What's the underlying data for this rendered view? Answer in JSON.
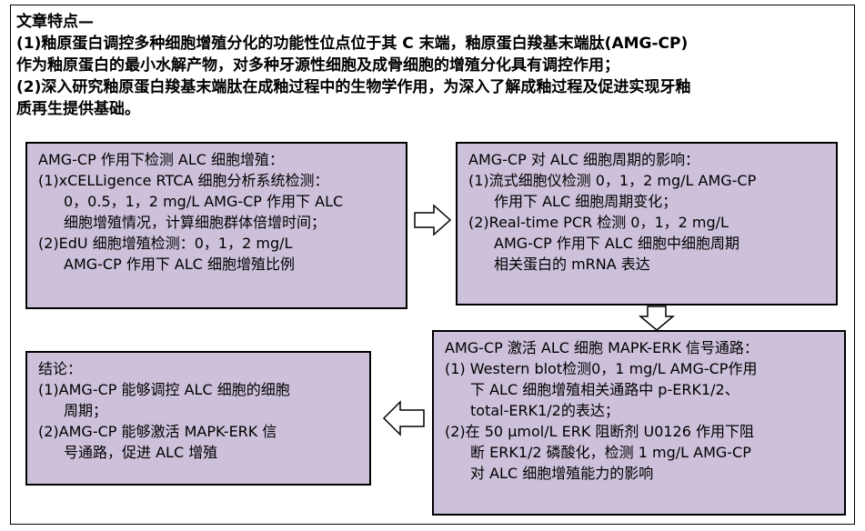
{
  "intro": {
    "heading": "文章特点—",
    "lines": [
      "(1)釉原蛋白调控多种细胞增殖分化的功能性位点位于其 C 末端，釉原蛋白羧基末端肽(AMG-CP)",
      "作为釉原蛋白的最小水解产物，对多种牙源性细胞及成骨细胞的增殖分化具有调控作用；",
      "(2)深入研究釉原蛋白羧基末端肽在成釉过程中的生物学作用，为深入了解成釉过程及促进实现牙釉",
      "质再生提供基础。"
    ]
  },
  "box1": {
    "title": "AMG-CP 作用下检测 ALC 细胞增殖：",
    "lines": [
      "(1)xCELLigence RTCA 细胞分析系统检测：",
      "0，0.5，1，2 mg/L AMG-CP 作用下 ALC",
      "细胞增殖情况，计算细胞群体倍增时间；",
      "(2)EdU 细胞增殖检测：0，1，2 mg/L",
      "AMG-CP 作用下 ALC 细胞增殖比例"
    ]
  },
  "box2": {
    "title": "AMG-CP 对 ALC 细胞周期的影响：",
    "lines": [
      "(1)流式细胞仪检测 0，1，2 mg/L AMG-CP",
      "作用下 ALC 细胞周期变化；",
      "(2)Real-time PCR 检测 0，1，2 mg/L",
      "AMG-CP 作用下 ALC 细胞中细胞周期",
      "相关蛋白的 mRNA 表达"
    ]
  },
  "box3": {
    "title": "AMG-CP 激活 ALC 细胞 MAPK-ERK 信号通路：",
    "lines": [
      "(1) Western blot检测0，1 mg/L AMG-CP作用",
      "下 ALC 细胞增殖相关通路中 p-ERK1/2、",
      "total-ERK1/2的表达；",
      "(2)在 50 μmol/L ERK 阻断剂 U0126 作用下阻",
      "断 ERK1/2 磷酸化，检测 1 mg/L AMG-CP",
      "对 ALC 细胞增殖能力的影响"
    ]
  },
  "box4": {
    "title": "结论：",
    "lines": [
      "(1)AMG-CP 能够调控 ALC 细胞的细胞",
      "周期；",
      "(2)AMG-CP 能够激活 MAPK-ERK 信",
      "号通路，促进 ALC 增殖"
    ]
  }
}
